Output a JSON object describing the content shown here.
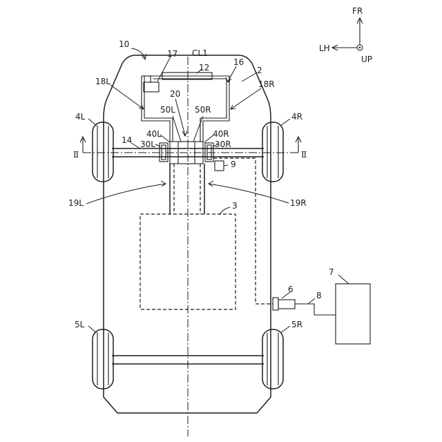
{
  "labels": {
    "vehicle": "10",
    "body": "2",
    "battery": "3",
    "front_wheel_left": "4L",
    "front_wheel_right": "4R",
    "rear_wheel_left": "5L",
    "rear_wheel_right": "5R",
    "connector": "6",
    "charger": "7",
    "cable": "8",
    "component_9": "9",
    "component_12": "12",
    "front_axle": "14",
    "frame_16": "16",
    "component_17": "17",
    "member_18L": "18L",
    "member_18R": "18R",
    "member_19L": "19L",
    "member_19R": "19R",
    "unit_20": "20",
    "unit_30L": "30L",
    "unit_30R": "30R",
    "unit_40L": "40L",
    "unit_40R": "40R",
    "unit_50L": "50L",
    "unit_50R": "50R",
    "centerline": "CL1",
    "section_left": "Ⅱ",
    "section_right": "Ⅱ"
  },
  "direction": {
    "front": "FR",
    "left": "LH",
    "up": "UP"
  }
}
